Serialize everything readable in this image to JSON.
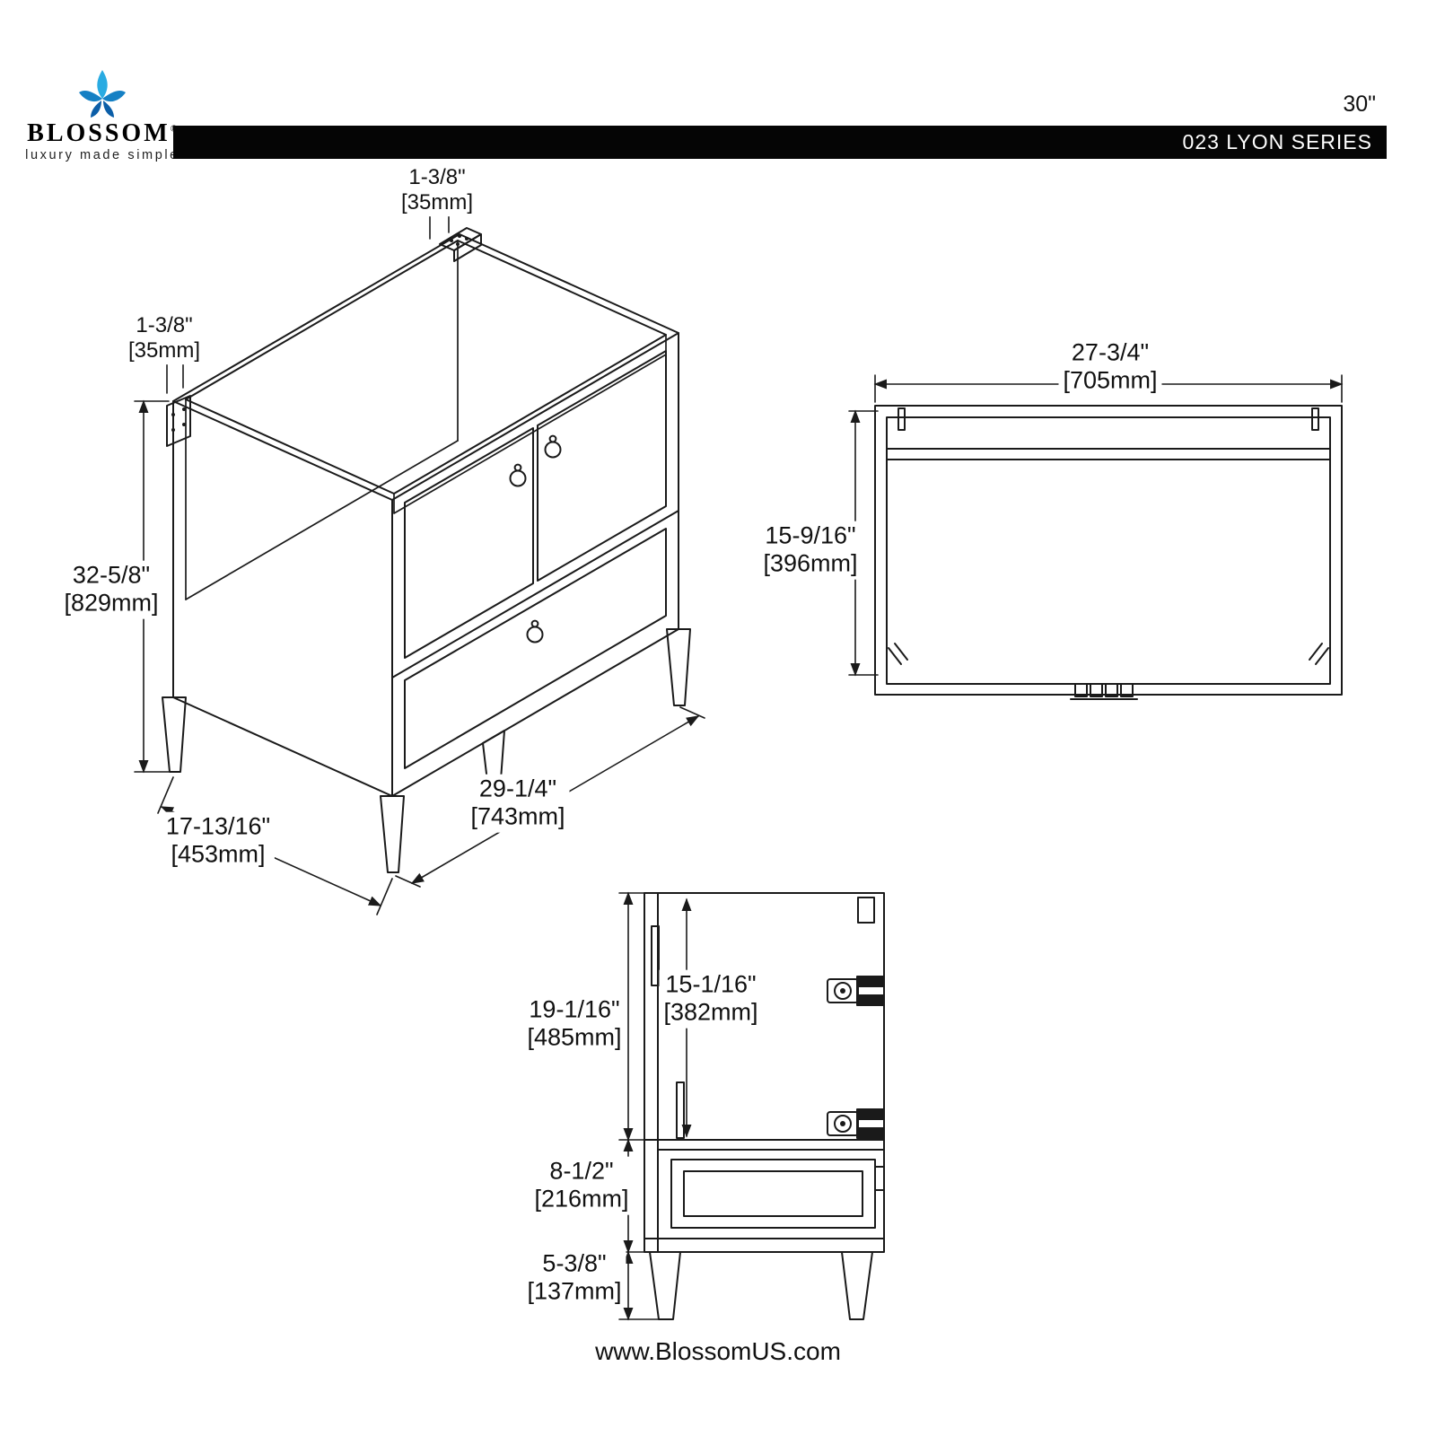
{
  "header": {
    "brand": "BLOSSOM",
    "reg": "®",
    "tagline": "luxury made simple",
    "size": "30\"",
    "series": "023 LYON SERIES"
  },
  "iso": {
    "bracket_top": {
      "in": "1-3/8\"",
      "mm": "[35mm]"
    },
    "bracket_left": {
      "in": "1-3/8\"",
      "mm": "[35mm]"
    },
    "height": {
      "in": "32-5/8\"",
      "mm": "[829mm]"
    },
    "width": {
      "in": "29-1/4\"",
      "mm": "[743mm]"
    },
    "depth": {
      "in": "17-13/16\"",
      "mm": "[453mm]"
    }
  },
  "top": {
    "width": {
      "in": "27-3/4\"",
      "mm": "[705mm]"
    },
    "depth": {
      "in": "15-9/16\"",
      "mm": "[396mm]"
    }
  },
  "side": {
    "upper": {
      "in": "19-1/16\"",
      "mm": "[485mm]"
    },
    "inner": {
      "in": "15-1/16\"",
      "mm": "[382mm]"
    },
    "drawer": {
      "in": "8-1/2\"",
      "mm": "[216mm]"
    },
    "legs": {
      "in": "5-3/8\"",
      "mm": "[137mm]"
    }
  },
  "footer": {
    "url": "www.BlossomUS.com"
  }
}
